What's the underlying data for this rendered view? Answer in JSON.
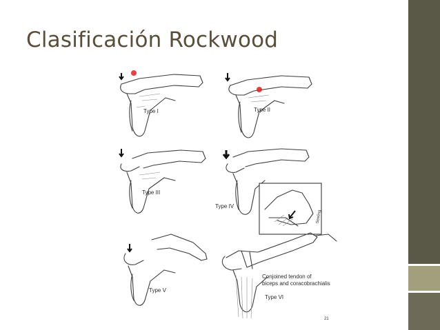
{
  "slide": {
    "title": "Clasificación Rockwood"
  },
  "figure": {
    "labels": {
      "type1": "Type I",
      "type2": "Type II",
      "type3": "Type III",
      "type4": "Type IV",
      "type5": "Type V",
      "type6": "Type VI",
      "tendon_line1": "Conjoined tendon of",
      "tendon_line2": "biceps and coracobrachialis",
      "page_mark": "21"
    },
    "injury_marker_color": "#e0201e"
  },
  "theme": {
    "title_color": "#5a4e3b",
    "sidebar_colors": [
      "#5a5847",
      "#a39f7c",
      "#6d6a57"
    ]
  }
}
